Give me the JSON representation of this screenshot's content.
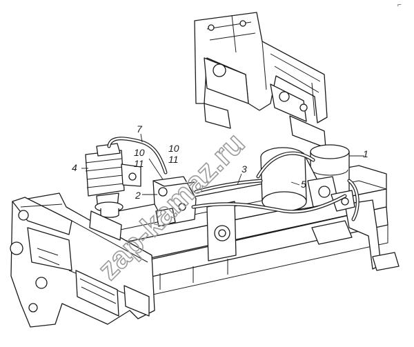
{
  "watermark": {
    "text": "zap-kamaz.ru",
    "corner_mark": "⌐"
  },
  "callouts": [
    {
      "id": "c1",
      "text": "1"
    },
    {
      "id": "c2",
      "text": "2"
    },
    {
      "id": "c3",
      "text": "3"
    },
    {
      "id": "c4",
      "text": "4"
    },
    {
      "id": "c5",
      "text": "5"
    },
    {
      "id": "c7",
      "text": "7"
    },
    {
      "id": "c10a",
      "text": "10"
    },
    {
      "id": "c11a",
      "text": "11"
    },
    {
      "id": "c10b",
      "text": "10"
    },
    {
      "id": "c11b",
      "text": "11"
    }
  ],
  "parts": [
    {
      "id": "rear-cab-support",
      "icon": "frame-bracket"
    },
    {
      "id": "front-cab-support",
      "icon": "frame-bracket"
    },
    {
      "id": "cross-member",
      "icon": "beam"
    },
    {
      "id": "hydraulic-cylinder",
      "icon": "cylinder"
    },
    {
      "id": "oil-tank",
      "icon": "tank"
    },
    {
      "id": "pump-valve-block",
      "icon": "valve"
    },
    {
      "id": "high-pressure-hose",
      "icon": "hose"
    }
  ]
}
